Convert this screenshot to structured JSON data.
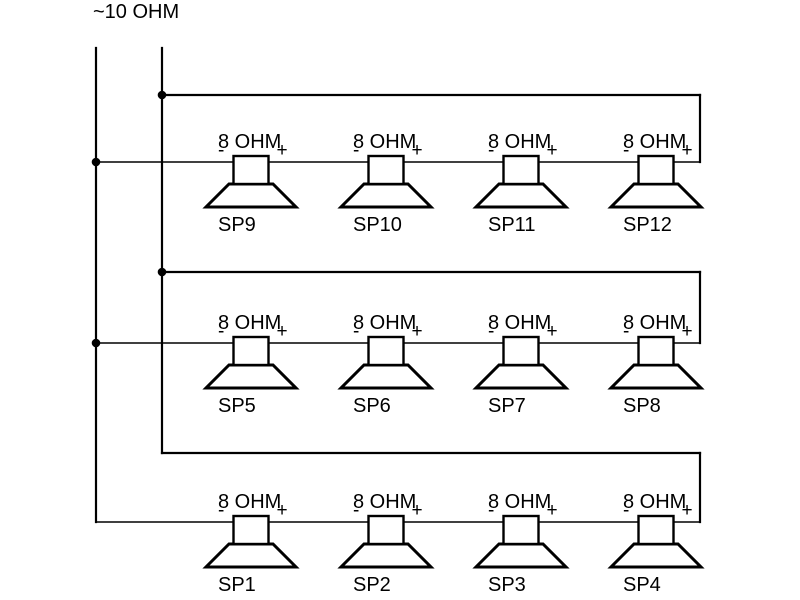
{
  "title": "~10 OHM",
  "speaker_common": {
    "impedance_label": "8 OHM",
    "minus_symbol": "-",
    "plus_symbol": "+"
  },
  "rows": [
    {
      "speakers": [
        {
          "label": "SP9"
        },
        {
          "label": "SP10"
        },
        {
          "label": "SP11"
        },
        {
          "label": "SP12"
        }
      ]
    },
    {
      "speakers": [
        {
          "label": "SP5"
        },
        {
          "label": "SP6"
        },
        {
          "label": "SP7"
        },
        {
          "label": "SP8"
        }
      ]
    },
    {
      "speakers": [
        {
          "label": "SP1"
        },
        {
          "label": "SP2"
        },
        {
          "label": "SP3"
        },
        {
          "label": "SP4"
        }
      ]
    }
  ],
  "colors": {
    "wire": "#000000",
    "background": "#ffffff"
  }
}
